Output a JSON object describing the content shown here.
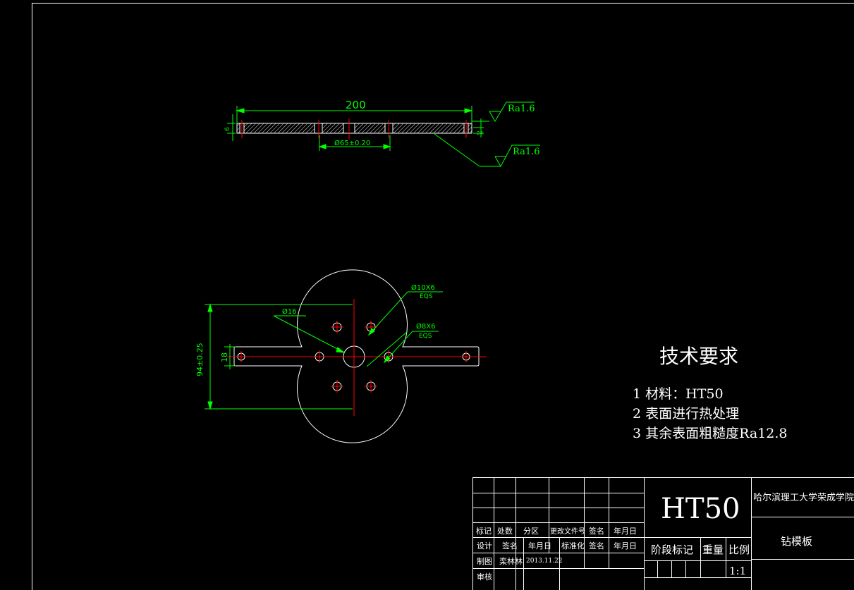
{
  "colors": {
    "background": "#000000",
    "outline": "#ffffff",
    "dimension": "#00ff00",
    "centerline": "#ff0000"
  },
  "side_view": {
    "length_dim": "200",
    "thickness_dim": "6",
    "bore_dim": "Ø65±0.20",
    "small_dim": "24",
    "roughness_top": "Ra1.6",
    "roughness_bottom": "Ra1.6"
  },
  "top_view": {
    "hole_10": "Ø10X6",
    "hole_10_eqs": "EQS",
    "hole_8": "Ø8X6",
    "hole_8_eqs": "EQS",
    "center_hole": "Ø16",
    "height_dim": "94±0.25",
    "arm_dim": "18"
  },
  "tech_requirements": {
    "title": "技术要求",
    "items": [
      "1 材料：HT50",
      "2 表面进行热处理",
      "3 其余表面粗糙度Ra12.8"
    ]
  },
  "title_block": {
    "material": "HT50",
    "school": "哈尔滨理工大学荣成学院",
    "part_name": "钻模板",
    "row_labels": [
      "标记",
      "处数",
      "分区",
      "更改文件号",
      "签名",
      "年月日"
    ],
    "design_labels": [
      "设计",
      "签名",
      "年月日",
      "标准化",
      "签名",
      "年月日"
    ],
    "draw_label": "制图",
    "drafter": "栾林林",
    "date": "2013.11.22",
    "review_label": "审核",
    "stage_label": "阶段标记",
    "weight_label": "重量",
    "scale_label": "比例",
    "scale_value": "1:1"
  }
}
